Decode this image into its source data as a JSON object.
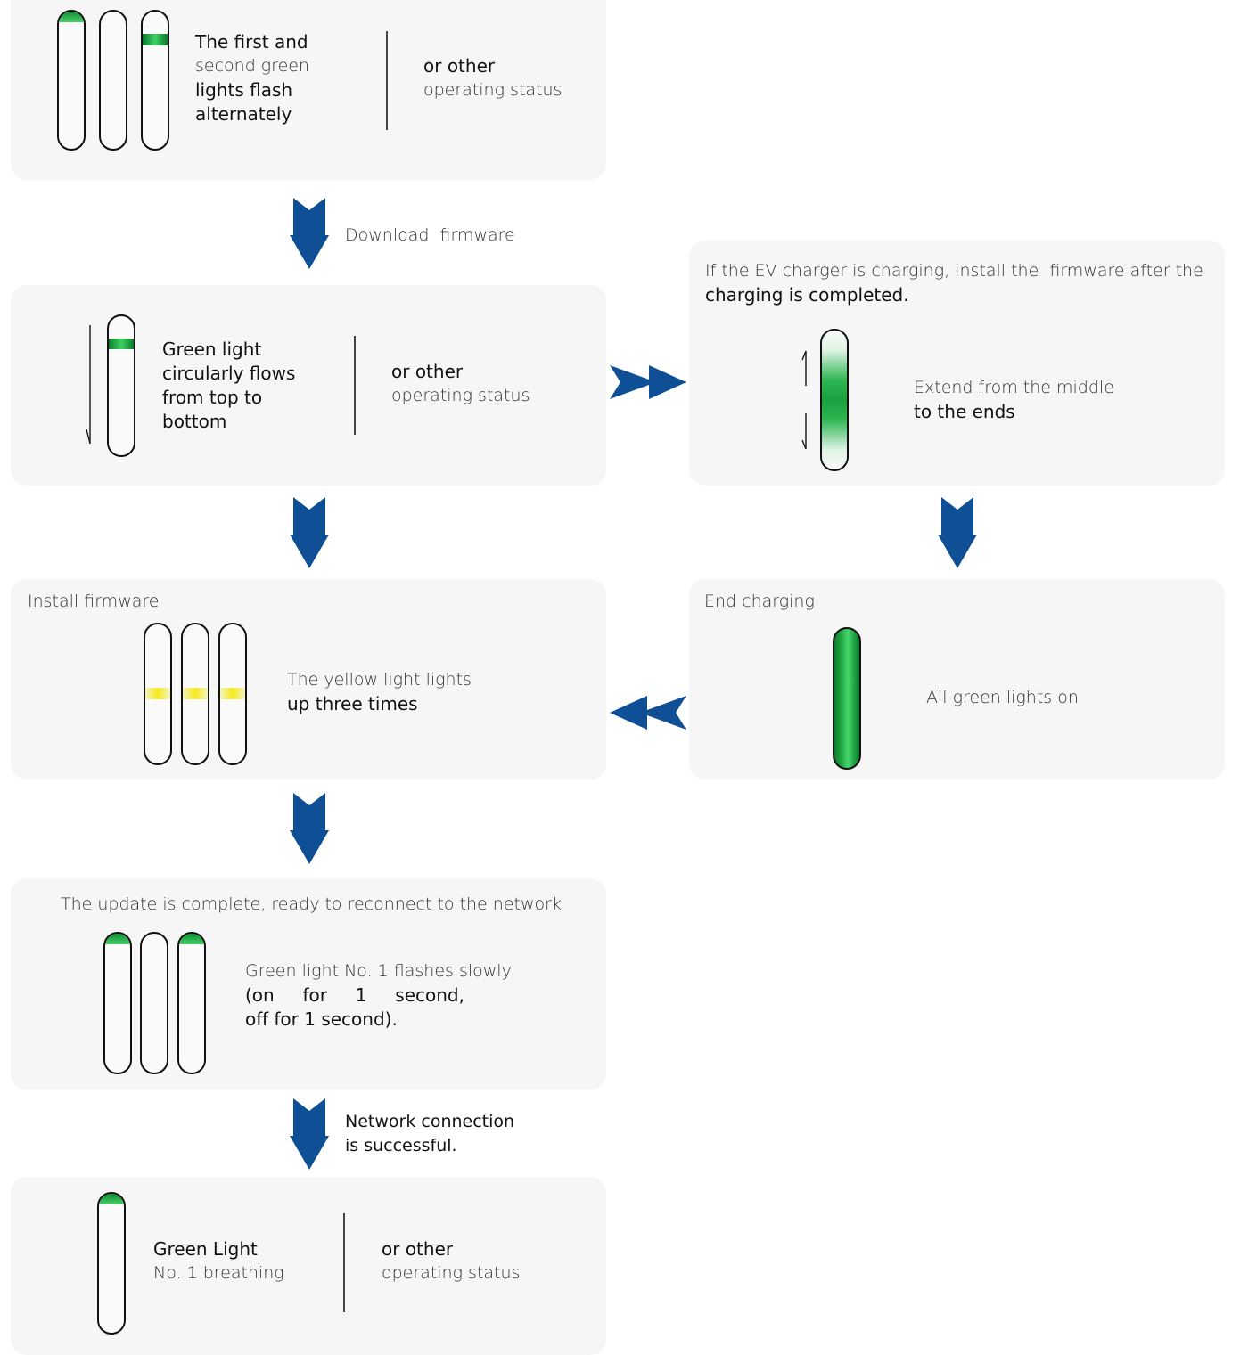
{
  "colors": {
    "panel_bg": "#f6f6f6",
    "arrow": "#0f4f96",
    "green": "#11a23c",
    "yellow": "#f7ea1d"
  },
  "panel1": {
    "desc_line1": "The first and",
    "desc_line2": "second green",
    "desc_line3": "lights flash",
    "desc_line4": "alternately",
    "alt_line1": "or other",
    "alt_line2": "operating status"
  },
  "arrow1_label": "Download  firmware",
  "panel2": {
    "desc_line1": "Green light",
    "desc_line2": "circularly flows",
    "desc_line3": "from top to",
    "desc_line4": "bottom",
    "alt_line1": "or other",
    "alt_line2": "operating status"
  },
  "panel_charging": {
    "note_line1": "If the EV charger is charging, install the  firmware after the",
    "note_line2": "charging is completed.",
    "desc_line1": "Extend from the middle",
    "desc_line2": "to the ends"
  },
  "panel_install": {
    "title": "Install firmware",
    "desc_line1": "The yellow light lights",
    "desc_line2": "up three times"
  },
  "panel_end": {
    "title": "End charging",
    "desc": "All green lights on"
  },
  "panel_complete": {
    "title": "The update is complete, ready to reconnect to the network",
    "desc_line1": "Green light No. 1 flashes slowly",
    "desc_line2": "(on     for     1     second,",
    "desc_line3": "off for 1 second)."
  },
  "arrow_last_label": {
    "line1": "Network connection",
    "line2": "is successful."
  },
  "panel_final": {
    "desc_line1": "Green Light",
    "desc_line2": "No. 1 breathing",
    "alt_line1": "or other",
    "alt_line2": "operating status"
  }
}
